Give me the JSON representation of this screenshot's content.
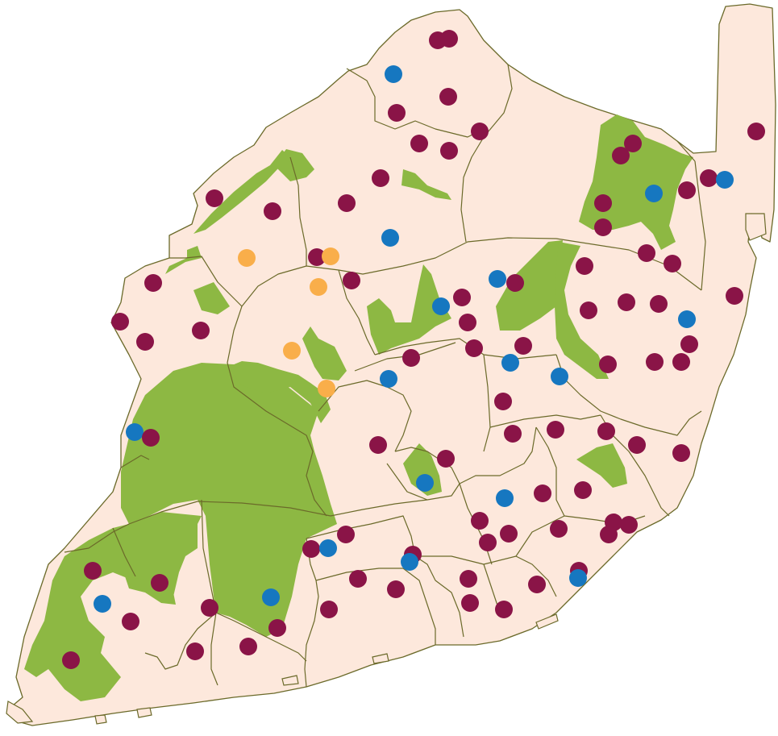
{
  "map": {
    "colors": {
      "land": "#fde8dc",
      "border": "#6b6a2a",
      "park": "#8db843",
      "marker_maroon": "#8a1447",
      "marker_blue": "#1677c0",
      "marker_orange": "#f9ae4a"
    },
    "marker_categories": [
      "maroon",
      "blue",
      "orange"
    ]
  }
}
